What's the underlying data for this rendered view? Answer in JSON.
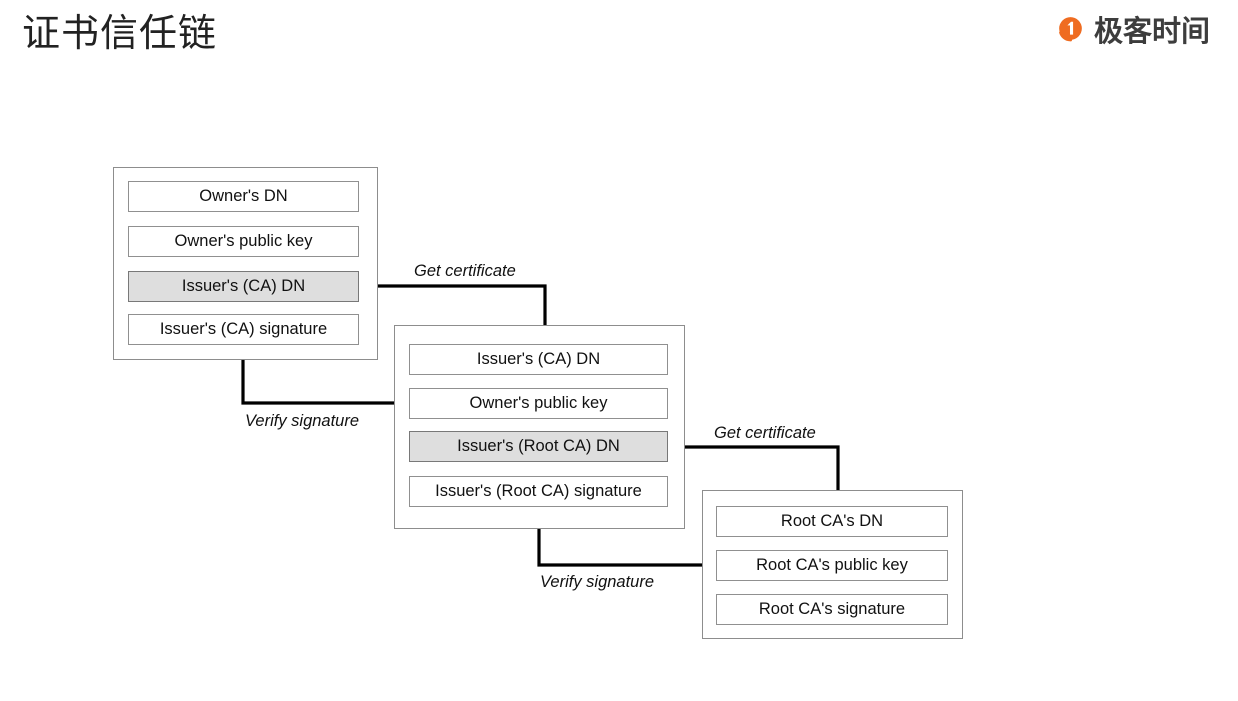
{
  "header": {
    "title": "证书信任链",
    "brand": {
      "name": "极客时间",
      "mark_icon": "geektime-logo-icon",
      "accent_color": "#ef6c21",
      "text_color": "#3d3d3d"
    }
  },
  "diagram": {
    "type": "flow",
    "colors": {
      "card_border": "#8d8d8d",
      "row_border": "#909090",
      "row_fill": "#ffffff",
      "row_highlight_fill": "#dedede",
      "connector": "#000000",
      "background": "#ffffff"
    },
    "cards": [
      {
        "id": "end-entity-certificate",
        "rows": [
          {
            "label": "Owner's DN",
            "highlighted": false
          },
          {
            "label": "Owner's public key",
            "highlighted": false
          },
          {
            "label": "Issuer's (CA) DN",
            "highlighted": true
          },
          {
            "label": "Issuer's (CA) signature",
            "highlighted": false
          }
        ]
      },
      {
        "id": "intermediate-ca-certificate",
        "rows": [
          {
            "label": "Issuer's (CA) DN",
            "highlighted": false
          },
          {
            "label": "Owner's public key",
            "highlighted": false
          },
          {
            "label": "Issuer's (Root CA) DN",
            "highlighted": true
          },
          {
            "label": "Issuer's (Root CA) signature",
            "highlighted": false
          }
        ]
      },
      {
        "id": "root-ca-certificate",
        "rows": [
          {
            "label": "Root CA's DN",
            "highlighted": false
          },
          {
            "label": "Root CA's public key",
            "highlighted": false
          },
          {
            "label": "Root CA's signature",
            "highlighted": false
          }
        ]
      }
    ],
    "connectors": [
      {
        "id": "get-certificate-1",
        "label": "Get certificate",
        "from": "card1.Issuer's (CA) DN",
        "to": "card2.Issuer's (CA) DN"
      },
      {
        "id": "verify-signature-1",
        "label": "Verify signature",
        "from": "card2.Owner's public key",
        "to": "card1.Issuer's (CA) signature"
      },
      {
        "id": "get-certificate-2",
        "label": "Get certificate",
        "from": "card2.Issuer's (Root CA) DN",
        "to": "card3.Root CA's DN"
      },
      {
        "id": "verify-signature-2",
        "label": "Verify signature",
        "from": "card3.Root CA's public key",
        "to": "card2.Issuer's (Root CA) signature"
      }
    ]
  }
}
